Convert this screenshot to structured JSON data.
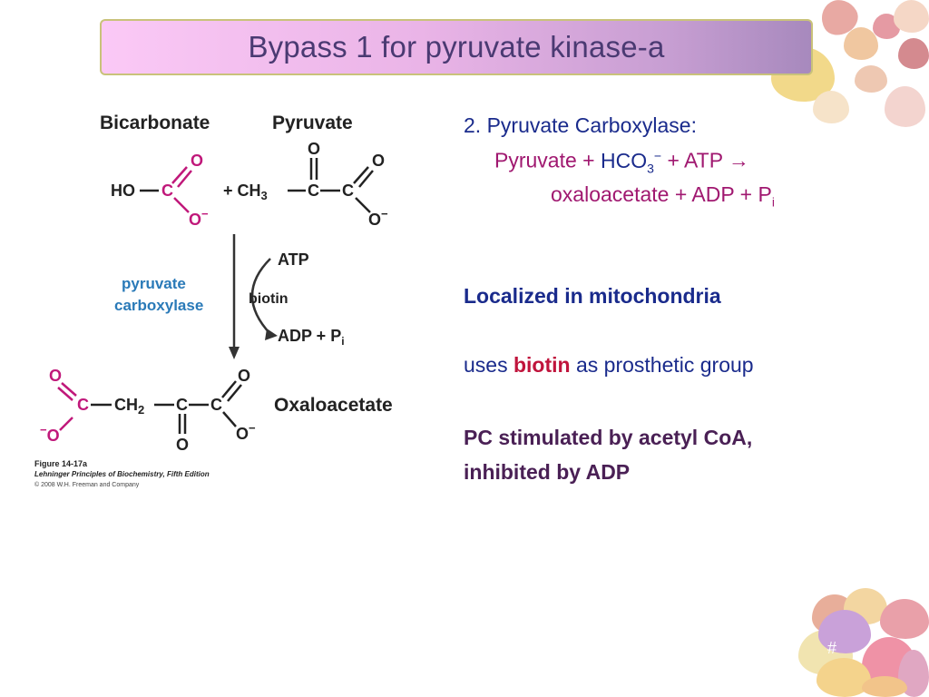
{
  "title": "Bypass 1 for pyruvate kinase-a",
  "figure": {
    "bicarbonate_label": "Bicarbonate",
    "pyruvate_label": "Pyruvate",
    "oxaloacetate_label": "Oxaloacetate",
    "enzyme_line1": "pyruvate",
    "enzyme_line2": "carboxylase",
    "atp": "ATP",
    "biotin": "biotin",
    "adp_pi": "ADP +  P",
    "pi_sub": "i",
    "ho": "HO",
    "plus_ch3": "+ CH",
    "ch2": "CH",
    "sub3": "3",
    "sub2": "2",
    "c": "C",
    "o": "O",
    "o_minus": "O",
    "minus": "−",
    "caption_title": "Figure 14-17a",
    "caption_book": "Lehninger Principles of Biochemistry, Fifth Edition",
    "caption_copyright": "© 2008 W.H. Freeman and Company"
  },
  "text": {
    "pc_heading": "2. Pyruvate Carboxylase:",
    "eq1_a": "Pyruvate + ",
    "eq1_hco": "HCO",
    "eq1_sub": "3",
    "eq1_sup": "−",
    "eq1_b": " + ATP ",
    "eq1_arrow": "→",
    "eq2_a": "oxaloacetate + ADP + P",
    "eq2_sub": "i",
    "localized": "Localized in mitochondria",
    "uses_a": "uses ",
    "uses_biotin": "biotin",
    "uses_b": "  as prosthetic group",
    "stim_line1": "PC stimulated by acetyl CoA,",
    "stim_line2": "inhibited by ADP"
  },
  "slide_number": "#",
  "colors": {
    "title_text": "#4a3a72",
    "body_blue": "#1a2b8c",
    "magenta": "#a01870",
    "biotin_red": "#c0143c",
    "stim_purple": "#4a2055",
    "chem_magenta": "#c0187a",
    "enzyme_blue": "#2a7ab8"
  }
}
